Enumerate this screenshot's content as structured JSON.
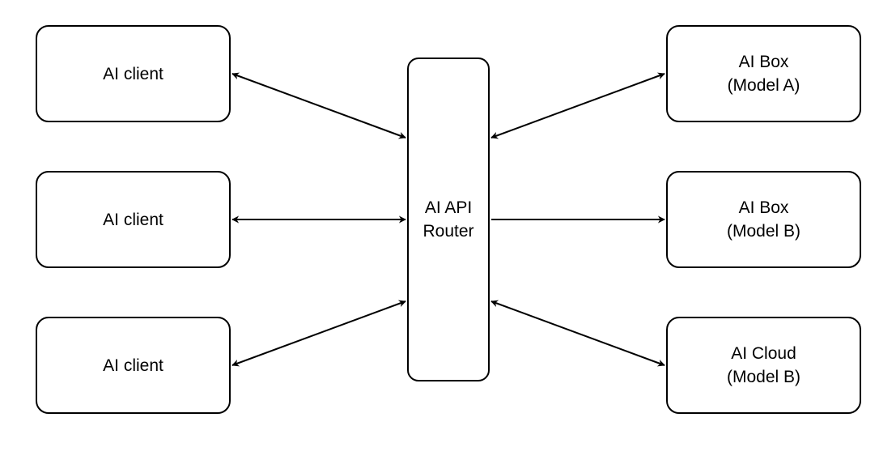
{
  "clients": [
    {
      "label": "AI client"
    },
    {
      "label": "AI client"
    },
    {
      "label": "AI client"
    }
  ],
  "router": {
    "line1": "AI API",
    "line2": "Router"
  },
  "backends": [
    {
      "line1": "AI Box",
      "line2": "(Model A)"
    },
    {
      "line1": "AI Box",
      "line2": "(Model B)"
    },
    {
      "line1": "AI Cloud",
      "line2": "(Model B)"
    }
  ],
  "colors": {
    "stroke": "#000000",
    "fill": "#ffffff",
    "text": "#000000"
  },
  "connections": [
    {
      "from": "client-1",
      "to": "router",
      "direction": "bidirectional"
    },
    {
      "from": "client-2",
      "to": "router",
      "direction": "bidirectional"
    },
    {
      "from": "client-3",
      "to": "router",
      "direction": "bidirectional"
    },
    {
      "from": "router",
      "to": "box-a",
      "direction": "bidirectional"
    },
    {
      "from": "router",
      "to": "box-b",
      "direction": "forward"
    },
    {
      "from": "router",
      "to": "cloud-b",
      "direction": "bidirectional"
    }
  ]
}
